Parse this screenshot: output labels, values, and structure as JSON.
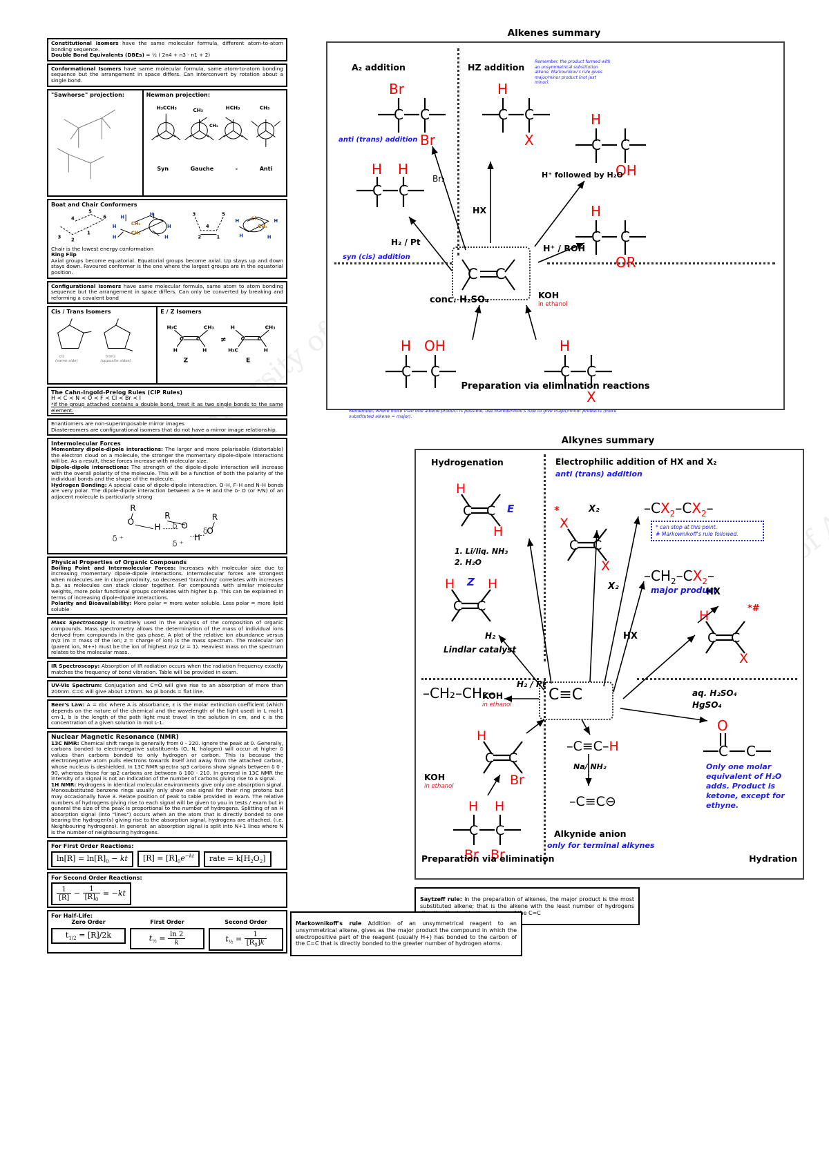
{
  "watermark": {
    "text": "© University of Auckland"
  },
  "left_column": {
    "constitutional": {
      "line1_bold": "Constitutional Isomers",
      "line1_rest": " have the same molecular formula, different atom-to-atom bonding sequence.",
      "line2_bold": "Double Bond Equivalents (DBEs)",
      "line2_rest": " = ½ ( 2n4 + n3 - n1 + 2)"
    },
    "conformational": {
      "bold": "Conformational Isomers",
      "rest": " have same molecular formula, same atom-to-atom bonding sequence but the arrangement in space differs. Can interconvert by rotation about a single bond."
    },
    "projections": {
      "sawhorse_title": "\"Sawhorse\" projection:",
      "newman_title": "Newman projection:",
      "newman_labels": [
        "Syn",
        "Gauche",
        "-",
        "Anti"
      ],
      "newman_tops": [
        "H3CCH3",
        "CH3",
        "HCH3",
        "CH3"
      ]
    },
    "boat_chair": {
      "title": "Boat and Chair Conformers",
      "body1": "Chair is the lowest energy conformation",
      "body2_bold": "Ring Flip",
      "body3": "Axial groups become equatorial. Equatorial groups become axial. Up stays up and down stays down. Favoured conformer is the one where the largest groups are in the equatorial position."
    },
    "configurational": {
      "bold": "Configurational Isomers",
      "rest": " have same molecular formula, same atom to atom bonding sequence but the arrangement in space differs. Can only be converted by breaking and reforming a covalent bond"
    },
    "isomer_boxes": {
      "cis_trans_title": "Cis / Trans Isomers",
      "cis_label": "cis",
      "cis_sub": "(same side)",
      "trans_label": "trans",
      "trans_sub": "(opposite sides)",
      "ez_title": "E / Z Isomers",
      "z_label": "Z",
      "e_label": "E",
      "neq": "≠"
    },
    "cip": {
      "title": "The Cahn-Ingold-Prelog Rules (CIP Rules)",
      "order": "H < C < N < O < F < Cl < Br < I",
      "note": "*If the group attached contains a double bond, treat it as two single bonds to the same element."
    },
    "enantiomers": {
      "line1": "Enantiomers are non-superimposable mirror images",
      "line2": "Diastereomers are configurational isomers that do not have a mirror image relationship."
    },
    "imf": {
      "title": "Intermolecular Forces",
      "momentary_bold": "Momentary dipole-dipole interactions:",
      "momentary": " The larger and more polarisable (distortable) the electron cloud on a molecule, the stronger the momentary dipole-dipole interactions will be. As a result, these forces increase with molecular size.",
      "dipole_bold": "Dipole-dipole interactions:",
      "dipole": " The strength of the dipole-dipole interaction will increase with the overall polarity of the molecule. This will be a function of both the polarity of the individual bonds and the shape of the molecule.",
      "hbond_bold": "Hydrogen Bonding:",
      "hbond": " A special case of dipole-dipole interaction. O–H, F–H and N–H bonds are very polar. The dipole-dipole interaction between a δ+ H and the δ- O (or F/N) of an adjacent molecule is particularly strong"
    },
    "physical": {
      "title": "Physical Properties of Organic Compounds",
      "bp_bold": "Boiling Point and Intermolecular Forces:",
      "bp": " Increases with molecular size due to increasing momentary dipole-dipole interactions. Intermolecular forces are strongest when molecules are in close proximity, so decreased 'branching' correlates with increases b.p. as molecules can stack closer together. For compounds with similar molecular weights, more polar functional groups correlates with higher b.p. This can be explained in terms of increasing dipole-dipole interactions.",
      "polarity_bold": "Polarity and Bioavailability:",
      "polarity": " More polar = more water soluble. Less polar = more lipid soluble"
    },
    "mass_spec": {
      "bold": "Mass Spectroscopy",
      "rest": " is routinely used in the analysis of the composition of organic compounds. Mass spectrometry allows the determination of the mass of individual ions derived from compounds in the gas phase. A plot of the relative ion abundance versus m/z (m = mass of the ion; z = charge of ion) is the mass spectrum. The molecular ion (parent ion, M+•) must be the ion of highest m/z (z = 1). Heaviest mass on the spectrum relates to the molecular mass."
    },
    "ir": {
      "bold": "IR Spectroscopy:",
      "rest": " Absorption of IR radiation occurs when the radiation frequency exactly matches the frequency of bond vibration. Table will be provided in exam."
    },
    "uv": {
      "bold": "UV-Vis Spectrum:",
      "rest": " Conjugation and C=O will give rise to an absorption of more than 200nm. C=C will give about 170nm. No pi bonds = flat line."
    },
    "beers": {
      "bold": "Beer's Law:",
      "rest": " A = εbc where A is absorbance, ε is the molar extinction coefficient (which depends on the nature of the chemical and the wavelength of the light used) in L mol-1 cm-1, b is the length of the path light must travel in the solution in cm, and c is the concentration of a given solution in mol L-1."
    },
    "nmr": {
      "title": "Nuclear Magnetic Resonance (NMR)",
      "c13_bold": "13C NMR:",
      "c13": " Chemical shift range is generally from 0 - 220. Ignore the peak at 0. Generally, carbons bonded to electronegative substituents (O, N, halogen) will occur at higher δ values than carbons bonded to only hydrogen or carbon. This is because the electronegative atom pulls electrons towards itself and away from the attached carbon, whose nucleus is deshielded. In 13C NMR spectra sp3 carbons show signals between δ 0 - 90, whereas those for sp2 carbons are between δ 100 - 210. In general in 13C NMR the intensity of a signal is not an indication of the number of carbons giving rise to a signal.",
      "h1_bold": "1H NMR:",
      "h1": " Hydrogens in identical molecular environments give only one absorption signal. Monosubstituted benzene rings usually only show one signal for their ring protons but may occasionally have 3. Relate position of peak to table provided in exam. The relative numbers of hydrogens giving rise to each signal will be given to you in tests / exam but in general the size of the peak is proportional to the number of hydrogens. Splitting of an H absorption signal (into \"lines\") occurs when an the atom that is directly bonded to one bearing the hydrogen(s) giving rise to the absorption signal, hydrogens are attached. (i.e. Neighbouring hydrogens). In general: an absorption signal is split into N+1 lines where N is the number of neighbouring hydrogens."
    },
    "kinetics": {
      "first_order_title": "For First Order Reactions:",
      "first_order_eqs": [
        "ln[R] = ln[R]₀ − kt",
        "[R] = [R]₀e⁻ᵏᵗ",
        "rate = k[H₂O₂]"
      ],
      "second_order_title": "For Second Order Reactions:",
      "second_order_eq": "1/[R] − 1/[R]₀ = −kt",
      "half_life_title": "For Half-Life:",
      "half_life_orders": [
        "Zero Order",
        "First Order",
        "Second Order"
      ],
      "half_life_eqs": [
        "t₁/₂ = [R]/2k",
        "t₁/₂ = ln2 / k",
        "t₁/₂ = 1 / ([R]₀k)"
      ]
    }
  },
  "alkenes": {
    "title": "Alkenes summary",
    "quadrant_labels": {
      "x2": "A₂ addition",
      "hx": "HZ addition"
    },
    "markovnikov_note": "Remember, where more than one alkene product is possible, use Markovnikov's rule to give major/minor products (more substituted alkene = major).",
    "top_right_note": "Remember, the product formed with an unsymmetrical substitution alkene. Markovnikov's rule gives major/minor product (not just minor).",
    "reagents": {
      "br2": "Br₂",
      "h2pt": "H₂ / Pt",
      "hx": "HX",
      "h_then_h2o": "H⁺ followed by H₂O",
      "h_roh": "H⁺ / ROH",
      "h2so4": "conc. H₂SO₄",
      "koh": "KOH",
      "koh_sub": "in ethanol"
    },
    "annotations": {
      "anti": "anti (trans) addition",
      "syn": "syn (cis) addition",
      "prep_elim": "Preparation via elimination reactions"
    },
    "center": "C=C",
    "products": {
      "dibromo_top": "Br",
      "dibromo_bottom": "Br",
      "h_h": [
        "H",
        "H"
      ],
      "hx_prod": [
        "H",
        "X"
      ],
      "oh_prod": [
        "H",
        "OH"
      ],
      "or_prod": [
        "H",
        "OR"
      ],
      "elim_left": [
        "H",
        "OH"
      ],
      "elim_right": [
        "H",
        "X"
      ]
    }
  },
  "alkynes": {
    "title": "Alkynes summary",
    "quadrants": {
      "hydrogenation": "Hydrogenation",
      "electrophilic": "Electrophilic addition of HX and X₂",
      "electrophilic_sub": "anti (trans) addition",
      "prep_elim": "Preparation via elimination",
      "hydration": "Hydration"
    },
    "center": "C≡C",
    "reagents": {
      "li_nh3": "1. Li/liq. NH₃",
      "h2o": "2. H₂O",
      "h2": "H₂",
      "lindlar": "Lindlar catalyst",
      "h2pt": "H₂ / Pt",
      "koh_1": "KOH",
      "koh_1_sub": "in ethanol",
      "koh_2": "KOH",
      "koh_2_sub": "in ethanol",
      "na_nh2": "Na/ NH₂",
      "x2_a": "X₂",
      "x2_b": "X₂",
      "hx_a": "HX",
      "hx_b": "HX",
      "aq_h2so4": "aq. H₂SO₄",
      "hgso4": "HgSO₄"
    },
    "products": {
      "alkane": "–CH₂–CH₂–",
      "dihalo": "–CX₂–CX₂–",
      "ch2cx2": "–CH₂–CX₂–",
      "major": "major product",
      "alkynide": "–C≡C⊖",
      "terminal_alkyne": "–C≡C–H",
      "e_label": "E",
      "z_label": "Z"
    },
    "notes": {
      "star_box": "* can stop at this point.\n# Markownikoff's rule followed.",
      "star": "*",
      "star_hash": "*#",
      "alkynide_anion": "Alkynide anion",
      "alkynide_sub": "only for terminal alkynes",
      "hydration_note": "Only one molar equivalent of H₂O adds. Product is ketone, except for ethyne."
    }
  },
  "rules": {
    "saytzeff_bold": "Saytzeff rule:",
    "saytzeff": " In the preparation of alkenes, the major product is the most substituted alkene; that is the alkene with the least number of hydrogens directly attached to the carbons of the C=C",
    "markovnikov_bold": "Markownikoff's rule",
    "markovnikov": " Addition of an unsymmetrical reagent to an unsymmetrical alkene, gives as the major product the compound in which the electropositive part of the reagent (usually H+) has bonded to the carbon of the C=C that is directly bonded to the greater number of hydrogen atoms."
  },
  "colors": {
    "red": "#ff0000",
    "blue": "#2222dd",
    "black": "#000000"
  }
}
